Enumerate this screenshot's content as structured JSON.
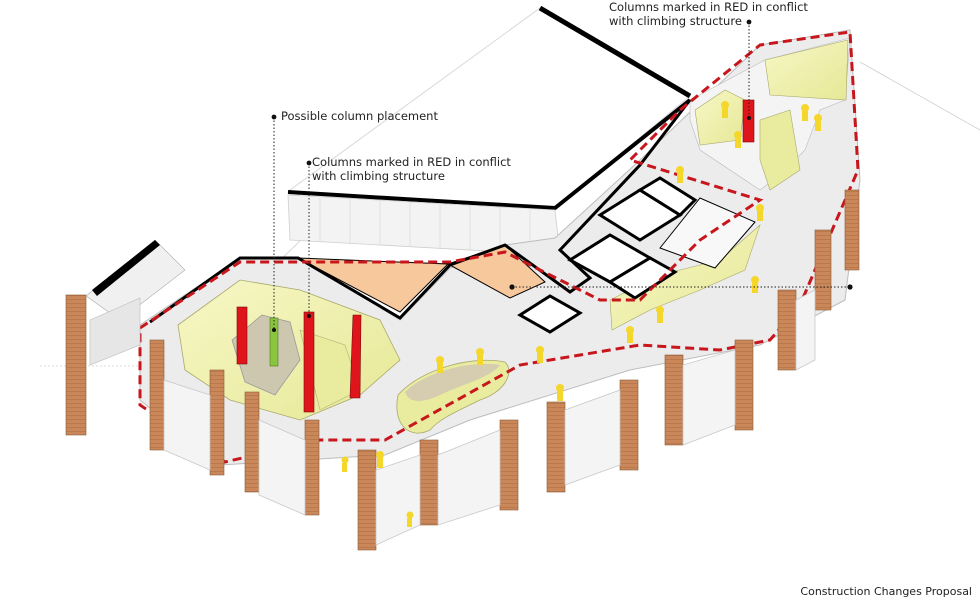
{
  "diagram": {
    "type": "architectural-axonometric",
    "caption": "Construction Changes Proposal",
    "annotations": [
      {
        "id": "red-columns-top",
        "lines": [
          "Columns marked in RED in conflict",
          "with climbing structure"
        ]
      },
      {
        "id": "possible-column",
        "lines": [
          "Possible column placement"
        ]
      },
      {
        "id": "red-columns-mid",
        "lines": [
          "Columns marked in RED in conflict",
          "with climbing structure"
        ]
      }
    ],
    "legend_colors": {
      "conflict_column": "#e0141b",
      "proposed_column": "#8bc53f",
      "climbing_wall": "#f3f3b0",
      "boundary_dash": "#c8161d",
      "roof_cut": "#f7c89b",
      "brick": "#c9875a",
      "floor": "#eeeeee",
      "outline": "#000000",
      "figure": "#f5d62a"
    }
  }
}
